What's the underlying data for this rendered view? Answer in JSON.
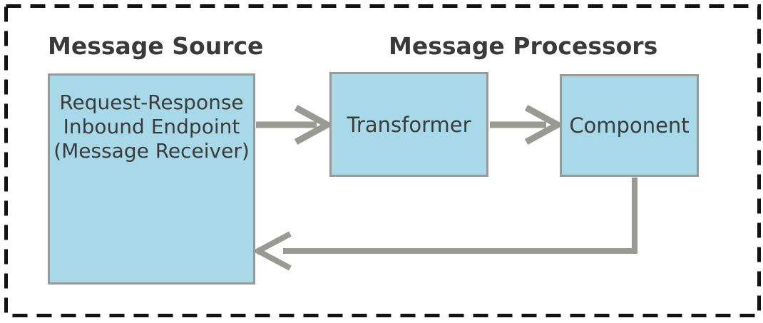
{
  "diagram": {
    "headings": {
      "source": "Message Source",
      "processors": "Message Processors"
    },
    "boxes": {
      "receiver": {
        "lines": [
          "Request-Response",
          "Inbound Endpoint",
          "(Message Receiver)"
        ]
      },
      "transformer": {
        "label": "Transformer"
      },
      "component": {
        "label": "Component"
      }
    },
    "flow": {
      "forward": [
        "receiver -> transformer",
        "transformer -> component"
      ],
      "return": "component -> receiver"
    },
    "colors": {
      "box_fill": "#a8d9e8",
      "box_border": "#9a9a94",
      "arrow": "#9a9a94",
      "text": "#3b3b3b",
      "frame_dash": "#121212",
      "background": "#ffffff"
    }
  }
}
